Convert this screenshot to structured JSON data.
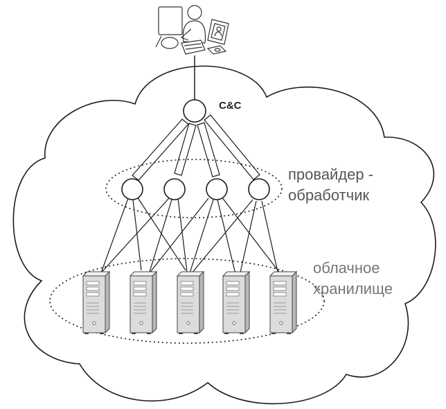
{
  "diagram": {
    "cc_label": "C&C",
    "provider_label": [
      "провайдер -",
      "обработчик"
    ],
    "storage_label": [
      "облачное",
      "хранилище"
    ]
  }
}
